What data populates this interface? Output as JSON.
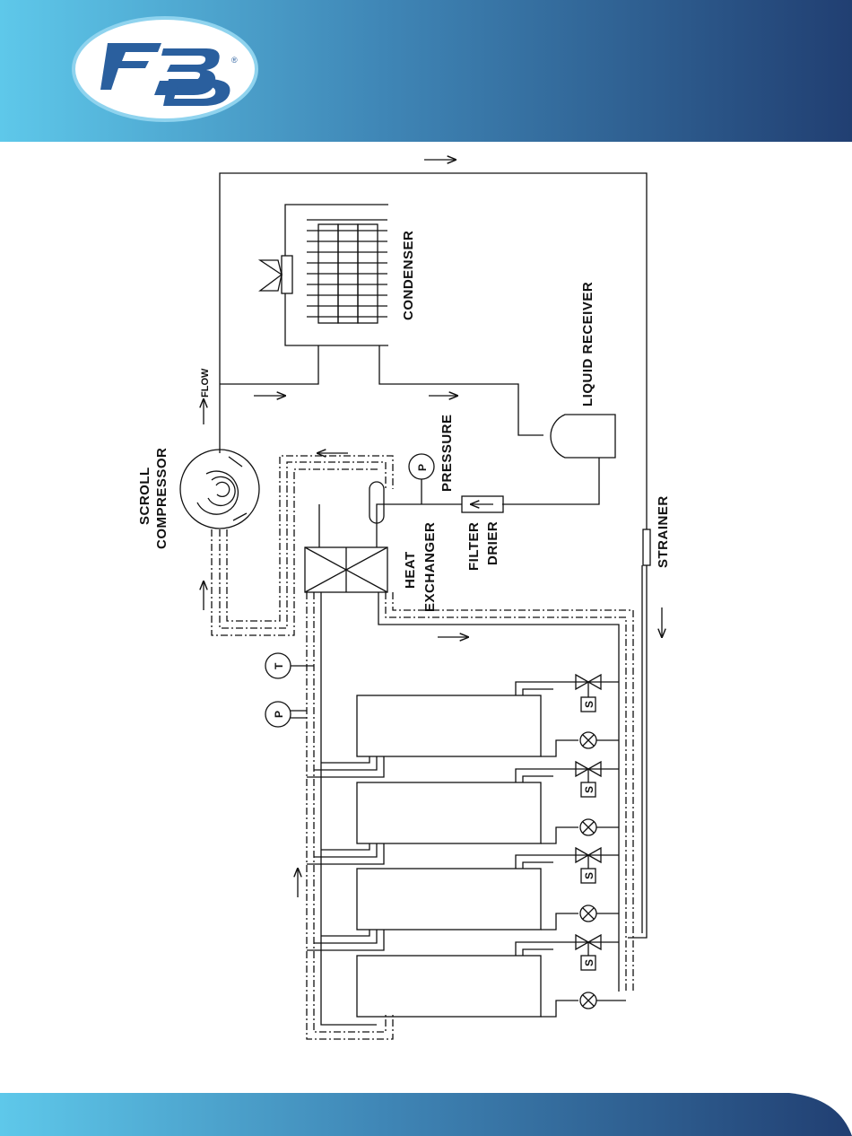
{
  "brand": {
    "logo_text": "FBD",
    "registered_mark": "®"
  },
  "colors": {
    "header_light": "#5ec8ea",
    "header_dark": "#213f72",
    "line": "#111111"
  },
  "labels": {
    "condenser": "CONDENSER",
    "liquid_receiver": "LIQUID RECEIVER",
    "flow": "FLOW",
    "scroll": "SCROLL",
    "compressor": "COMPRESSOR",
    "pressure": "PRESSURE",
    "heat": "HEAT",
    "exchanger": "EXCHANGER",
    "filter": "FILTER",
    "drier": "DRIER",
    "strainer": "STRAINER"
  },
  "symbols": {
    "pressure": "P",
    "temperature": "T",
    "solenoid": "S"
  }
}
